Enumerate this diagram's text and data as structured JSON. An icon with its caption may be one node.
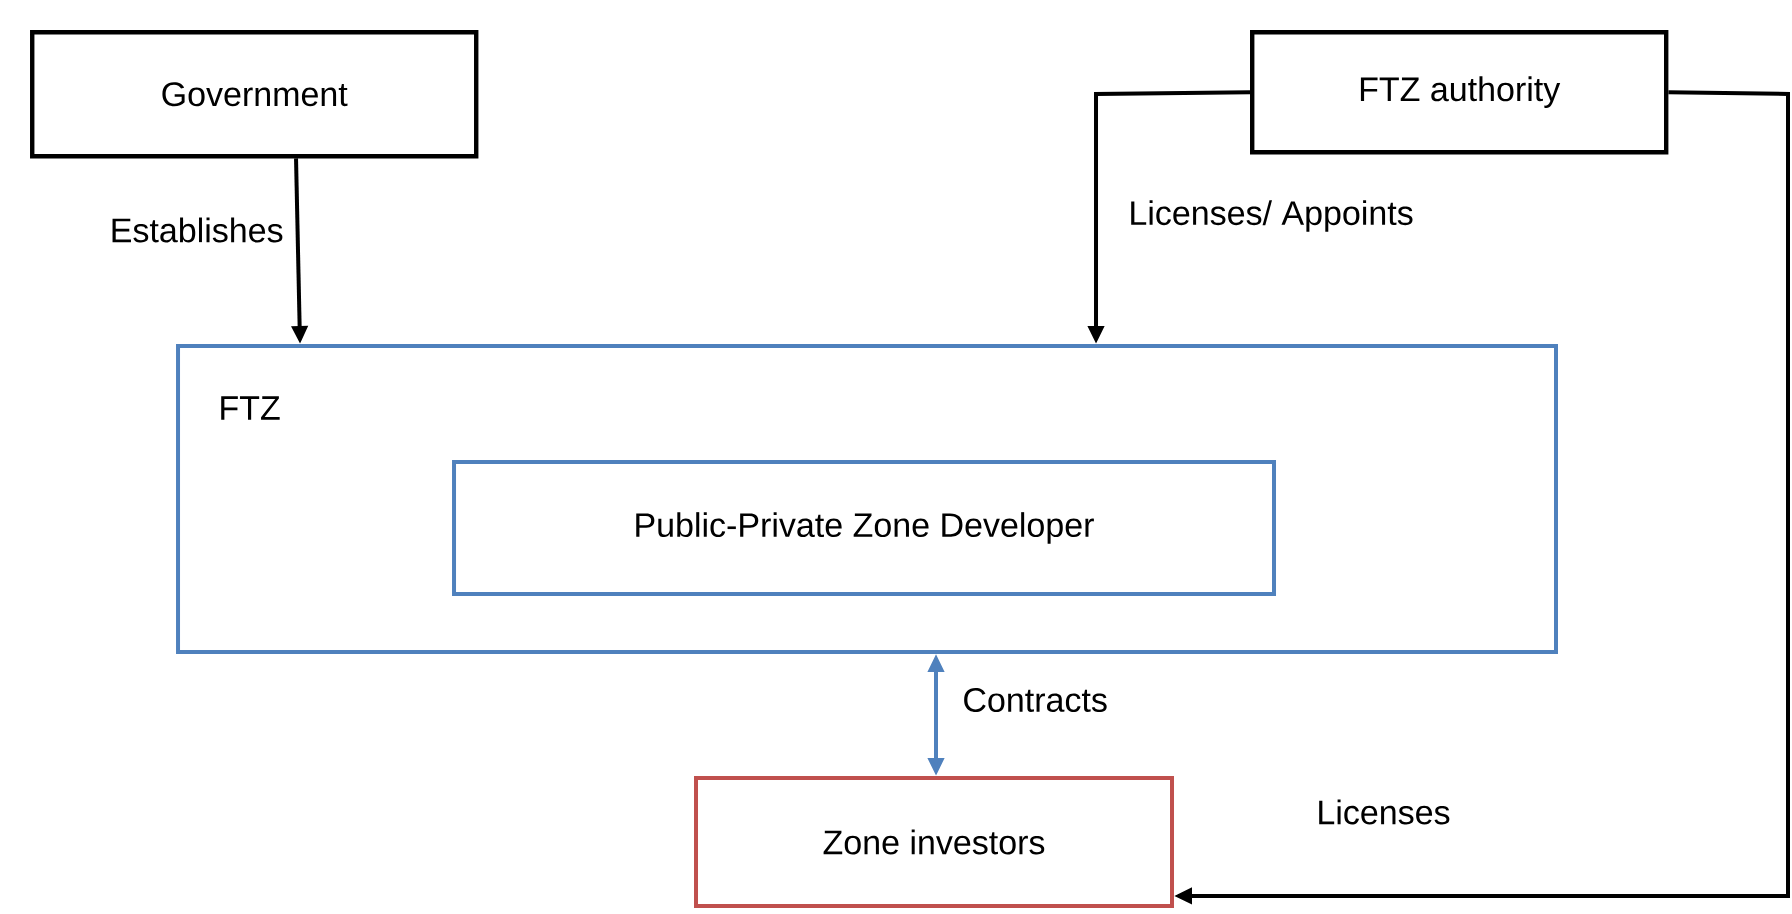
{
  "diagram": {
    "nodes": [
      {
        "text": [
          "Government"
        ]
      },
      {
        "text": [
          "FTZ authority"
        ]
      },
      {
        "text": [
          "FTZ"
        ]
      },
      {
        "text": [
          "Public-Private Zone Developer"
        ],
        "in": 2
      },
      {
        "text": [
          "Zone investors"
        ]
      }
    ],
    "edges": [
      {
        "from": 0,
        "to": 2,
        "arrow": "to",
        "label": "Establishes"
      },
      {
        "from": 1,
        "to": 2,
        "arrow": "to",
        "label": "Licenses/ Appoints"
      },
      {
        "from": 2,
        "to": 4,
        "arrow": "both",
        "label": "Contracts",
        "color": "#4f81bd"
      },
      {
        "from": 1,
        "to": 4,
        "arrow": "to",
        "label": "Licenses"
      }
    ]
  }
}
